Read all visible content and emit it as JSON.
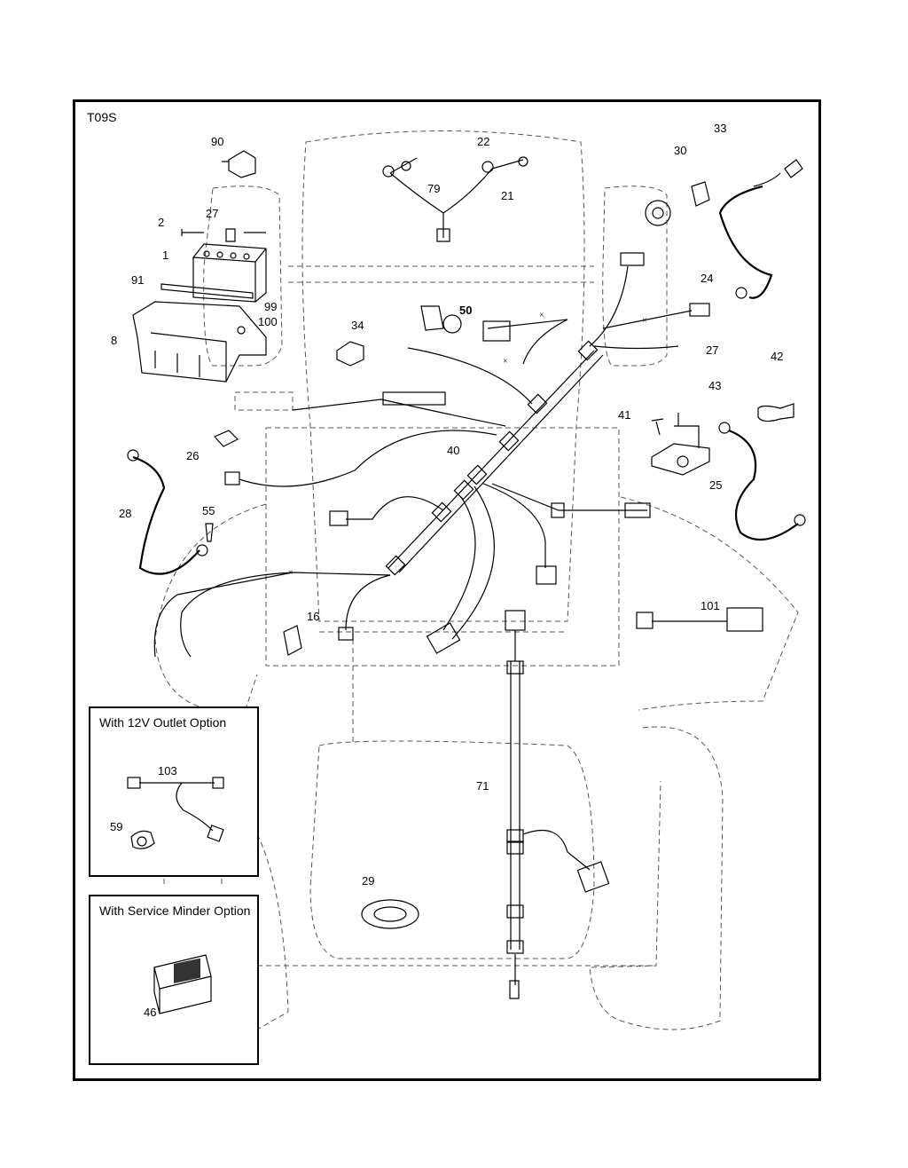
{
  "diagram": {
    "code": "T09S",
    "callouts": {
      "c1": "1",
      "c2": "2",
      "c8": "8",
      "c16": "16",
      "c21": "21",
      "c22": "22",
      "c24": "24",
      "c25": "25",
      "c26": "26",
      "c27a": "27",
      "c27b": "27",
      "c28": "28",
      "c29": "29",
      "c30": "30",
      "c33": "33",
      "c34": "34",
      "c40": "40",
      "c41": "41",
      "c42": "42",
      "c43": "43",
      "c46": "46",
      "c50": "50",
      "c55": "55",
      "c59": "59",
      "c71": "71",
      "c79": "79",
      "c90": "90",
      "c91": "91",
      "c99": "99",
      "c100": "100",
      "c101": "101",
      "c103": "103"
    },
    "options": {
      "outlet_title": "With 12V Outlet Option",
      "service_title": "With Service Minder Option"
    }
  }
}
